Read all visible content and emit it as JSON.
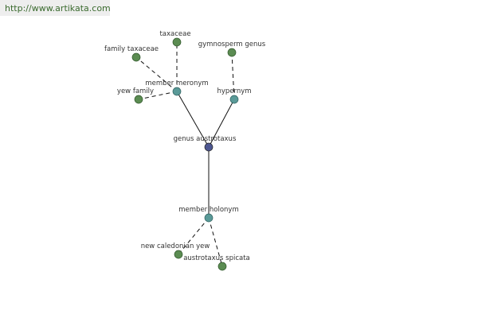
{
  "header": {
    "url": "http://www.artikata.com"
  },
  "graph": {
    "root": {
      "label": "genus austrotaxus"
    },
    "relations": [
      {
        "label": "member meronym"
      },
      {
        "label": "hypernym"
      },
      {
        "label": "member holonym"
      }
    ],
    "leaves": [
      {
        "label": "taxaceae"
      },
      {
        "label": "family taxaceae"
      },
      {
        "label": "yew family"
      },
      {
        "label": "gymnosperm genus"
      },
      {
        "label": "new caledonian yew"
      },
      {
        "label": "austrotaxus spicata"
      }
    ]
  }
}
